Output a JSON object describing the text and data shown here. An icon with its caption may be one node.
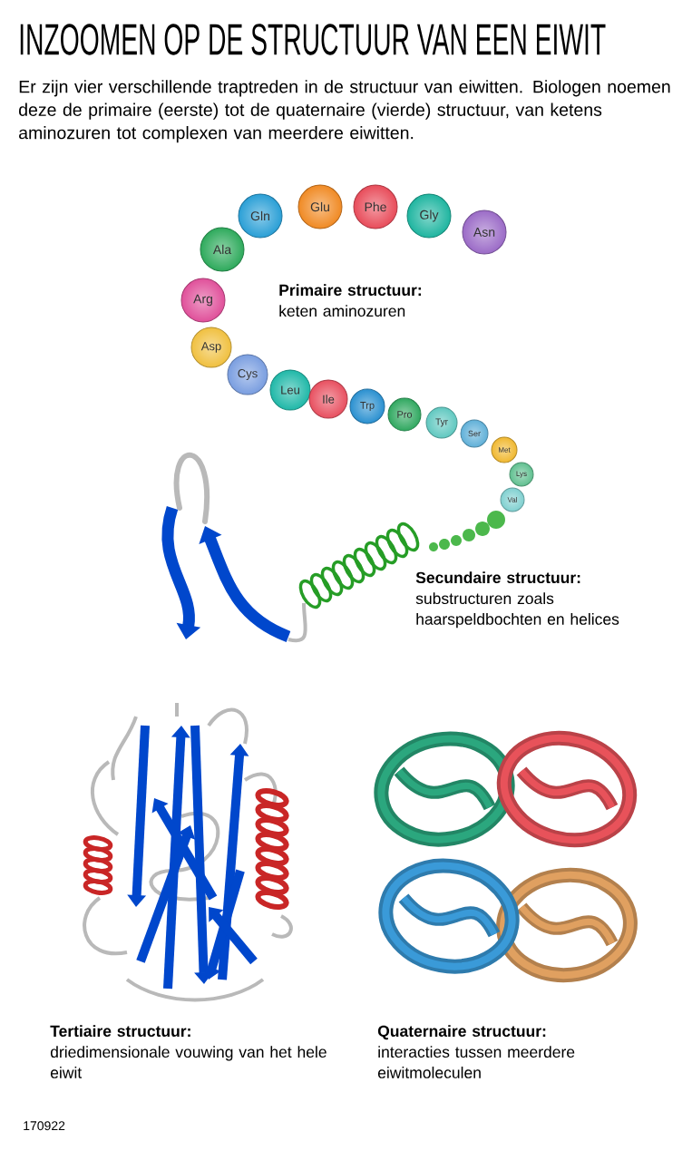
{
  "diagram": {
    "title": "INZOOMEN OP DE STRUCTUUR VAN EEN EIWIT",
    "nodes": [
      {
        "text": [
          "Gln"
        ]
      },
      {
        "text": [
          "Glu"
        ]
      },
      {
        "text": [
          "Phe"
        ]
      },
      {
        "text": [
          "Gly"
        ]
      },
      {
        "text": [
          "Asn"
        ]
      },
      {
        "text": [
          "Ala"
        ]
      },
      {
        "text": [
          "Arg"
        ]
      },
      {
        "text": [
          "Asp"
        ]
      },
      {
        "text": [
          "Cys"
        ]
      },
      {
        "text": [
          "Leu"
        ]
      },
      {
        "text": [
          "Ile"
        ]
      },
      {
        "text": [
          "Trp"
        ]
      },
      {
        "text": [
          "Pro"
        ]
      },
      {
        "text": [
          "Tyr"
        ]
      },
      {
        "text": [
          "Ser"
        ]
      },
      {
        "text": [
          "Met"
        ]
      },
      {
        "text": [
          "Lys"
        ]
      },
      {
        "text": [
          "Val"
        ]
      }
    ],
    "labels": [
      "Er zijn vier verschillende traptreden in de structuur van eiwitten. Biologen noemen deze de primaire (eerste) tot de quaternaire (vierde) structuur, van ketens aminozuren tot complexen van meerdere eiwitten.",
      "Primaire structuur:",
      "keten aminozuren",
      "Secundaire structuur:",
      "substructuren zoals haarspeldbochten en helices",
      "Tertiaire structuur:",
      "driedimensionale vouwing van het hele eiwit",
      "Quaternaire structuur:",
      "interacties tussen meerdere eiwitmoleculen",
      "170922"
    ]
  }
}
